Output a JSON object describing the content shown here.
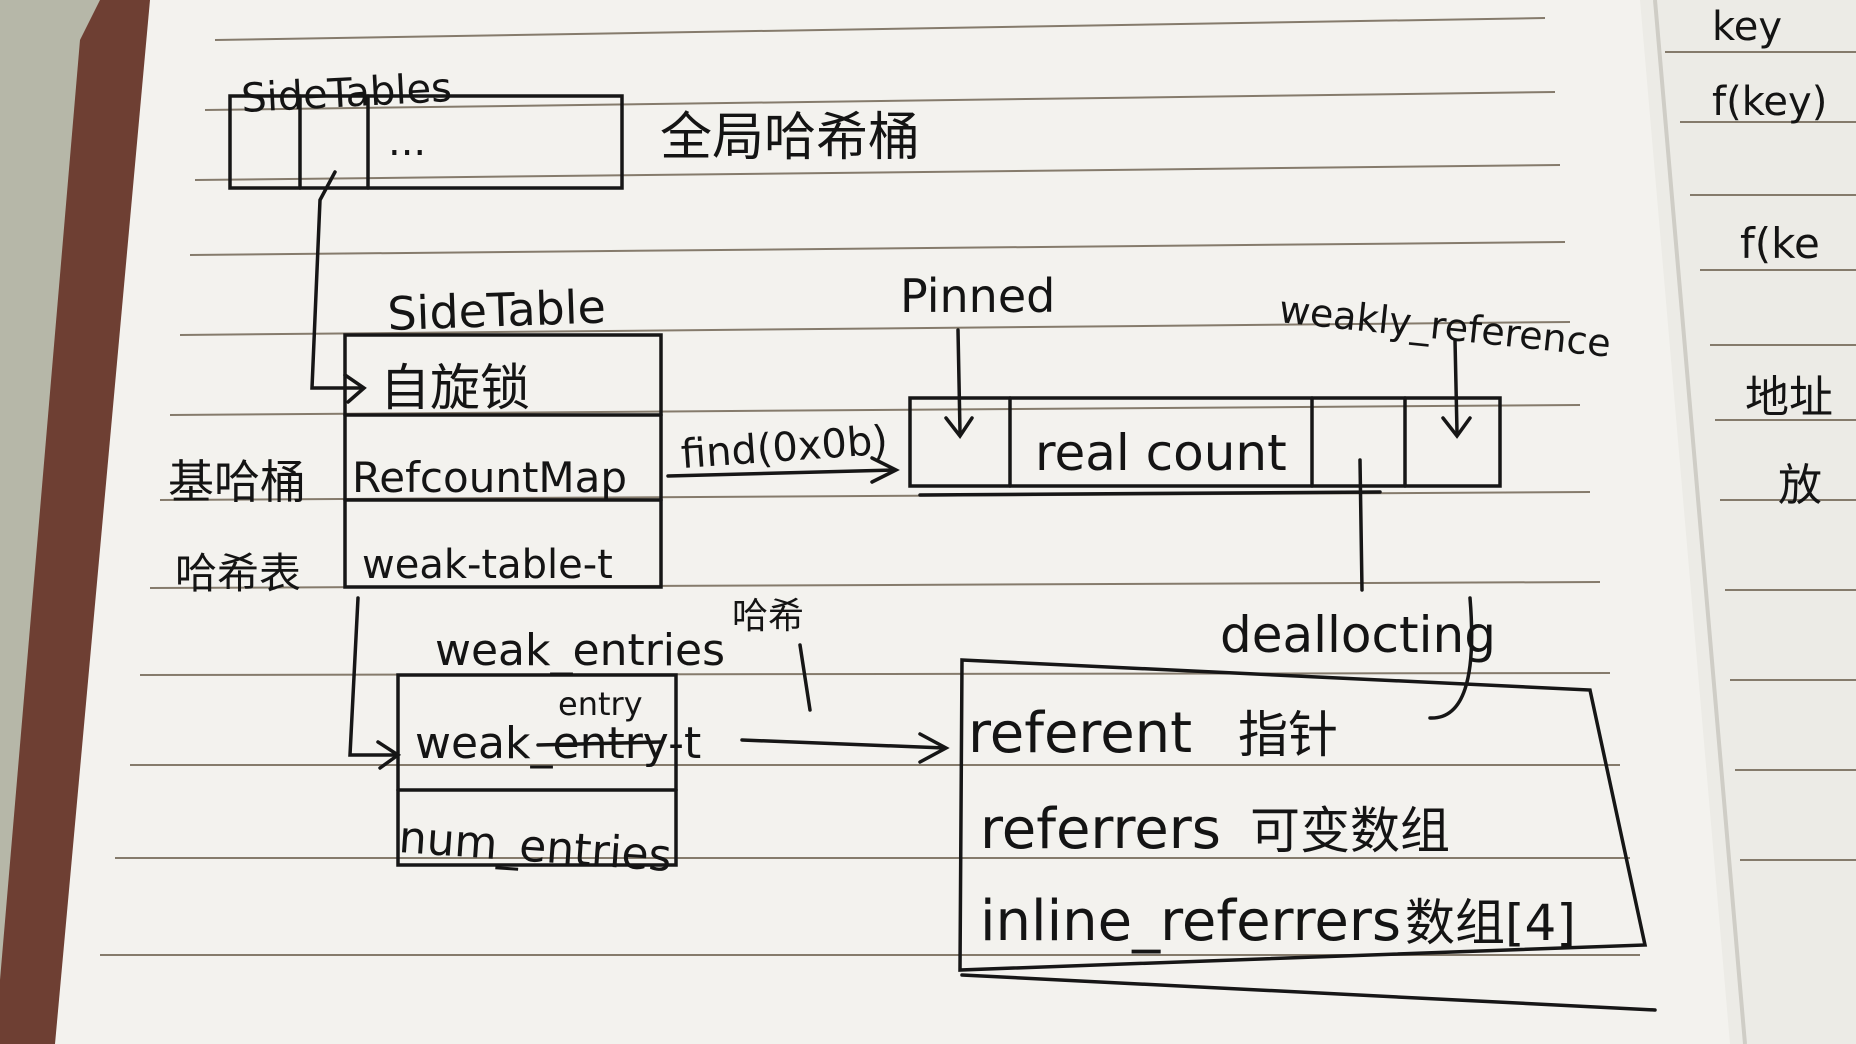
{
  "photo": {
    "subject": "handwritten notebook page",
    "ink_color": "#141414",
    "paper_color": "#f4f3ef",
    "rule_color": "#7d7566",
    "cover_color": "#7a4a3c"
  },
  "notes": {
    "sidetables_label": "SideTables",
    "sidetables_ellipsis": "...",
    "global_hash_bucket": "全局哈希桶",
    "sidetable_label": "SideTable",
    "spinlock": "自旋锁",
    "refcountmap": "RefcountMap",
    "weak_table": "weak-table-t",
    "left_note_1": "基哈桶",
    "left_note_2": "哈希表",
    "find_call": "find(0x0b)",
    "pinned": "Pinned",
    "real_count": "real count",
    "weakly_reference": "weakly_reference",
    "deallocating": "deallocting",
    "weak_entries": "weak_entries",
    "hash_note": "哈希",
    "entry_correction": "entry",
    "weak_entry_t": "weak_entry-t",
    "num_entries": "num_entries",
    "referent": "referent",
    "referent_note": "指针",
    "referrers": "referrers",
    "referrers_note": "可变数组",
    "inline_referrers": "inline_referrers",
    "inline_note": "数组[4]",
    "right_page_1": "key",
    "right_page_2": "f(key)",
    "right_page_3": "f(ke",
    "right_page_4": "地址",
    "right_page_5": "放"
  }
}
